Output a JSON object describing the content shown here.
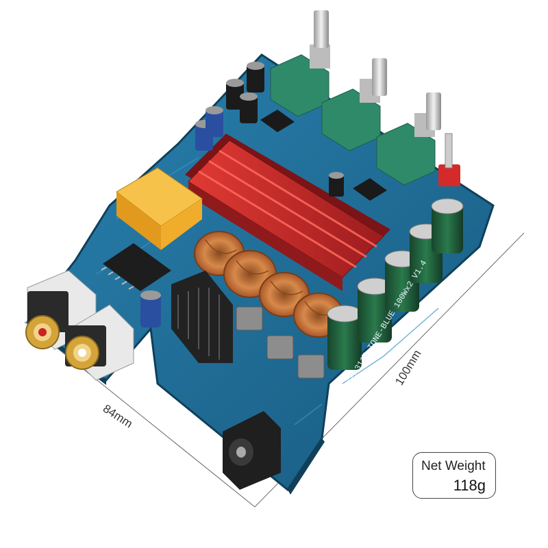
{
  "product": {
    "board_silkscreen": "TPA3116 TONE-BLUE 100Wx2 V1.4"
  },
  "dimensions": {
    "width_label": "84mm",
    "height_label": "100mm"
  },
  "weight": {
    "title": "Net Weight",
    "value": "118g"
  },
  "colors": {
    "pcb": "#1e6c96",
    "heatsink": "#c8282a",
    "potentiometer": "#2f8a6a",
    "relay": "#f4b22d",
    "capacitor": "#1f5a3a",
    "coil": "#c8733a"
  }
}
